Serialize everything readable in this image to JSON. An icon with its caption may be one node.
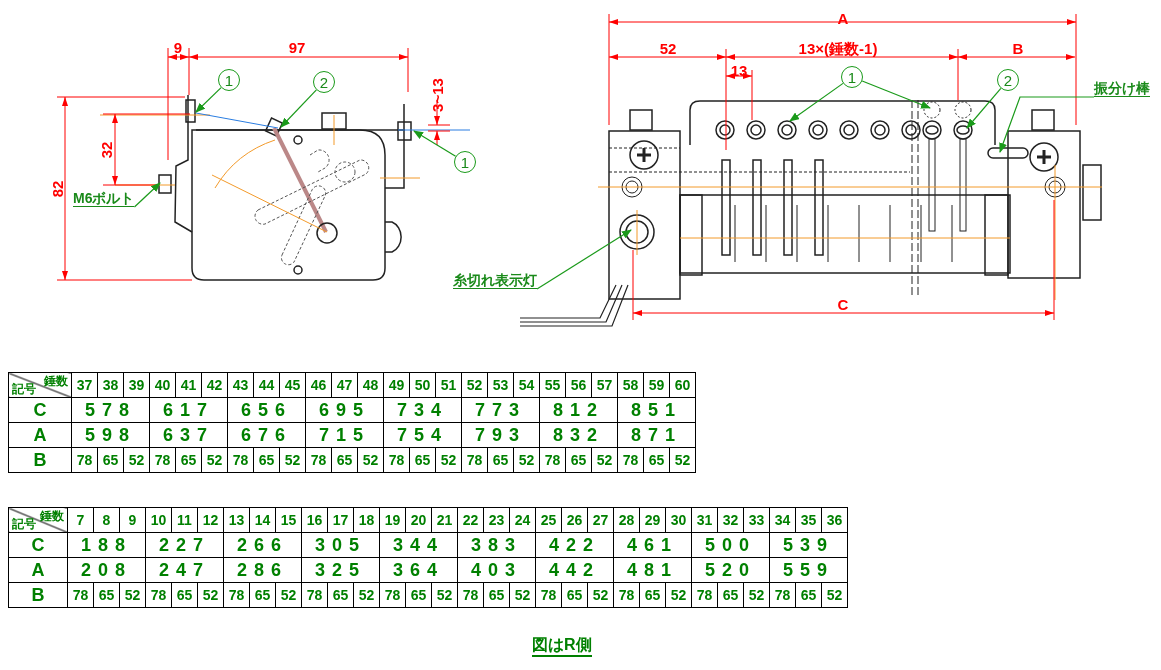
{
  "diagram": {
    "caption": "図はR側",
    "nodes": [
      {
        "text": [
          "1"
        ]
      },
      {
        "text": [
          "2"
        ]
      },
      {
        "text": [
          "1"
        ]
      },
      {
        "text": [
          "M6ボルト"
        ]
      },
      {
        "text": [
          "1"
        ]
      },
      {
        "text": [
          "2"
        ]
      },
      {
        "text": [
          "振分け棒"
        ]
      },
      {
        "text": [
          "糸切れ表示灯"
        ]
      }
    ],
    "edges": [
      {
        "from": 0,
        "to": null,
        "arrow": "to"
      },
      {
        "from": 1,
        "to": null,
        "arrow": "to"
      },
      {
        "from": 2,
        "to": null,
        "arrow": "to"
      },
      {
        "from": 3,
        "to": null,
        "arrow": "to"
      },
      {
        "from": 4,
        "to": null,
        "arrow": "to"
      },
      {
        "from": 4,
        "to": null,
        "arrow": "to"
      },
      {
        "from": 5,
        "to": null,
        "arrow": "to"
      },
      {
        "from": 6,
        "to": null,
        "arrow": "to"
      },
      {
        "from": 7,
        "to": null,
        "arrow": "to"
      }
    ],
    "labels": [
      "9",
      "97",
      "3~13",
      "32",
      "82",
      "A",
      "52",
      "13×(錘数-1)",
      "B",
      "13",
      "C",
      "錘数",
      "記号",
      "37",
      "38",
      "39",
      "40",
      "41",
      "42",
      "43",
      "44",
      "45",
      "46",
      "47",
      "48",
      "49",
      "50",
      "51",
      "52",
      "53",
      "54",
      "55",
      "56",
      "57",
      "58",
      "59",
      "60",
      "C",
      "578",
      "617",
      "656",
      "695",
      "734",
      "773",
      "812",
      "851",
      "A",
      "598",
      "637",
      "676",
      "715",
      "754",
      "793",
      "832",
      "871",
      "B",
      "78",
      "65",
      "52",
      "78",
      "65",
      "52",
      "78",
      "65",
      "52",
      "78",
      "65",
      "52",
      "78",
      "65",
      "52",
      "78",
      "65",
      "52",
      "78",
      "65",
      "52",
      "78",
      "65",
      "52",
      "錘数",
      "記号",
      "7",
      "8",
      "9",
      "10",
      "11",
      "12",
      "13",
      "14",
      "15",
      "16",
      "17",
      "18",
      "19",
      "20",
      "21",
      "22",
      "23",
      "24",
      "25",
      "26",
      "27",
      "28",
      "29",
      "30",
      "31",
      "32",
      "33",
      "34",
      "35",
      "36",
      "C",
      "188",
      "227",
      "266",
      "305",
      "344",
      "383",
      "422",
      "461",
      "500",
      "539",
      "A",
      "208",
      "247",
      "286",
      "325",
      "364",
      "403",
      "442",
      "481",
      "520",
      "559",
      "B",
      "78",
      "65",
      "52",
      "78",
      "65",
      "52",
      "78",
      "65",
      "52",
      "78",
      "65",
      "52",
      "78",
      "65",
      "52",
      "78",
      "65",
      "52",
      "78",
      "65",
      "52",
      "78",
      "65",
      "52",
      "78",
      "65",
      "52",
      "78",
      "65",
      "52"
    ]
  }
}
